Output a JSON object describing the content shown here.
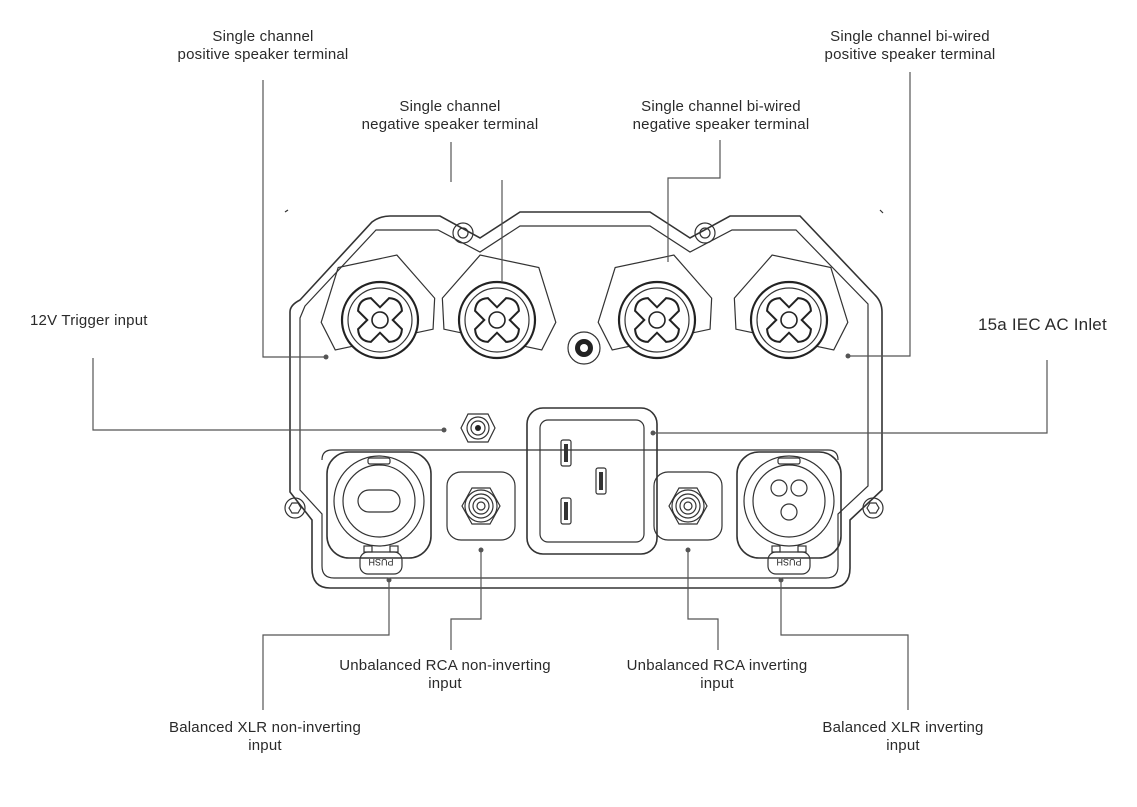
{
  "labels": {
    "pos_terminal": [
      "Single channel",
      "positive speaker terminal"
    ],
    "neg_terminal": [
      "Single channel",
      "negative speaker terminal"
    ],
    "biwire_neg": [
      "Single channel bi-wired",
      "negative speaker terminal"
    ],
    "biwire_pos": [
      "Single channel bi-wired",
      "positive speaker terminal"
    ],
    "trigger": "12V Trigger input",
    "iec": "15a IEC AC Inlet",
    "rca_noninv": [
      "Unbalanced RCA non-inverting",
      "input"
    ],
    "rca_inv": [
      "Unbalanced RCA inverting",
      "input"
    ],
    "xlr_noninv": [
      "Balanced XLR non-inverting",
      "input"
    ],
    "xlr_inv": [
      "Balanced XLR inverting",
      "input"
    ]
  },
  "connector_text": {
    "push_left": "PUSH",
    "push_right": "PUSH"
  },
  "icons": [
    "speaker-terminal-icon",
    "xlr-connector-icon",
    "rca-connector-icon",
    "iec-inlet-icon",
    "trigger-jack-icon",
    "screw-icon"
  ]
}
